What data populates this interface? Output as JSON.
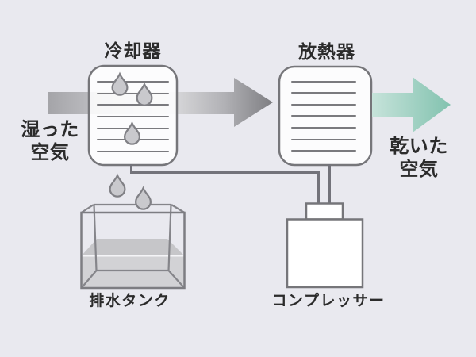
{
  "diagram": {
    "title_cooler": "冷却器",
    "title_radiator": "放熱器",
    "moist_air": {
      "line1": "湿った",
      "line2": "空気"
    },
    "dry_air": {
      "line1": "乾いた",
      "line2": "空気"
    },
    "drain_tank_label": "排水タンク",
    "compressor_label": "コンプレッサー",
    "icons": {
      "water_droplet": "teardrop",
      "moist_air_arrow": "arrow-right-gray-gradient",
      "dry_air_arrow": "arrow-right-teal"
    },
    "colors": {
      "background": "#e9e9ef",
      "outline": "#76767a",
      "pipe": "#73737a",
      "text": "#2b2b2b",
      "moist_arrow_stops": [
        "#a4a4a8",
        "#bcbcc0",
        "#dadadc",
        "#b2b2b6",
        "#7e7e82"
      ],
      "dry_arrow_stops": [
        "#c6e3da",
        "#82c2af"
      ],
      "droplet_fill": "#c9c9cd",
      "water_surface": "#c6c6c9",
      "water_front": "#d2d2d5"
    }
  }
}
